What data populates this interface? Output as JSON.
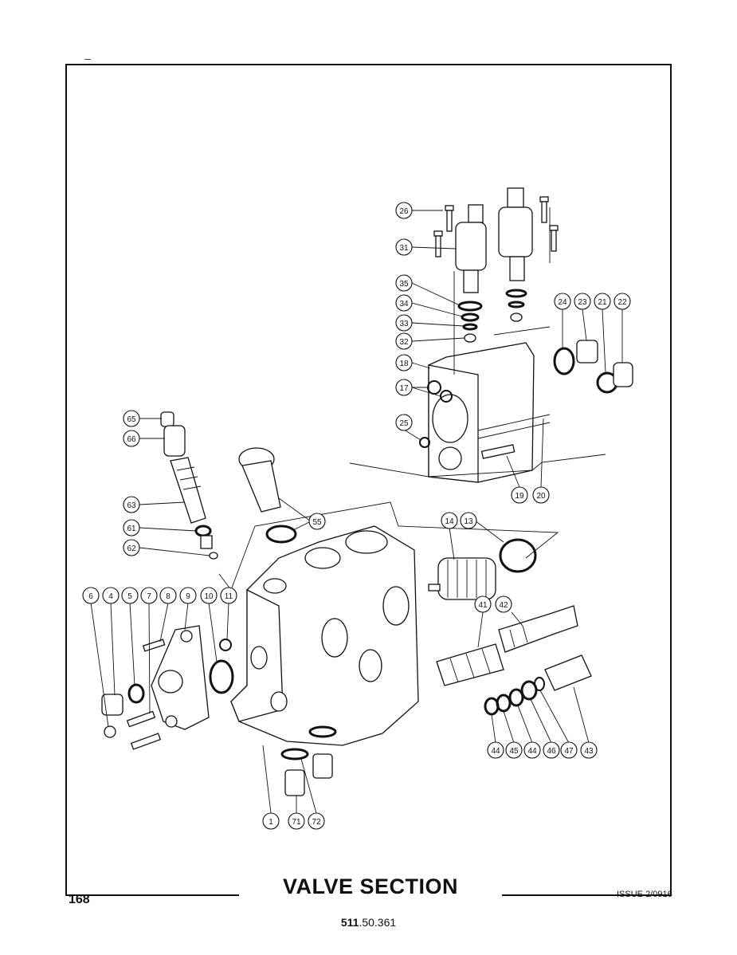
{
  "footer": {
    "title": "VALVE SECTION",
    "page_number": "168",
    "issue": "ISSUE 2/0916",
    "doc_number_bold": "511",
    "doc_number_rest": ".50.361"
  },
  "callouts": [
    {
      "id": "c26",
      "label": "26"
    },
    {
      "id": "c31",
      "label": "31"
    },
    {
      "id": "c35",
      "label": "35"
    },
    {
      "id": "c34",
      "label": "34"
    },
    {
      "id": "c33",
      "label": "33"
    },
    {
      "id": "c32",
      "label": "32"
    },
    {
      "id": "c18",
      "label": "18"
    },
    {
      "id": "c17",
      "label": "17"
    },
    {
      "id": "c25",
      "label": "25"
    },
    {
      "id": "c24",
      "label": "24"
    },
    {
      "id": "c23",
      "label": "23"
    },
    {
      "id": "c21",
      "label": "21"
    },
    {
      "id": "c22",
      "label": "22"
    },
    {
      "id": "c19",
      "label": "19"
    },
    {
      "id": "c20",
      "label": "20"
    },
    {
      "id": "c65",
      "label": "65"
    },
    {
      "id": "c66",
      "label": "66"
    },
    {
      "id": "c63",
      "label": "63"
    },
    {
      "id": "c61",
      "label": "61"
    },
    {
      "id": "c62",
      "label": "62"
    },
    {
      "id": "c55",
      "label": "55"
    },
    {
      "id": "c14",
      "label": "14"
    },
    {
      "id": "c13",
      "label": "13"
    },
    {
      "id": "c41",
      "label": "41"
    },
    {
      "id": "c42",
      "label": "42"
    },
    {
      "id": "c6",
      "label": "6"
    },
    {
      "id": "c4",
      "label": "4"
    },
    {
      "id": "c5",
      "label": "5"
    },
    {
      "id": "c7",
      "label": "7"
    },
    {
      "id": "c8",
      "label": "8"
    },
    {
      "id": "c9",
      "label": "9"
    },
    {
      "id": "c10",
      "label": "10"
    },
    {
      "id": "c11",
      "label": "11"
    },
    {
      "id": "c44a",
      "label": "44"
    },
    {
      "id": "c45",
      "label": "45"
    },
    {
      "id": "c44b",
      "label": "44"
    },
    {
      "id": "c46",
      "label": "46"
    },
    {
      "id": "c47",
      "label": "47"
    },
    {
      "id": "c43",
      "label": "43"
    },
    {
      "id": "c1",
      "label": "1"
    },
    {
      "id": "c71",
      "label": "71"
    },
    {
      "id": "c72",
      "label": "72"
    }
  ]
}
